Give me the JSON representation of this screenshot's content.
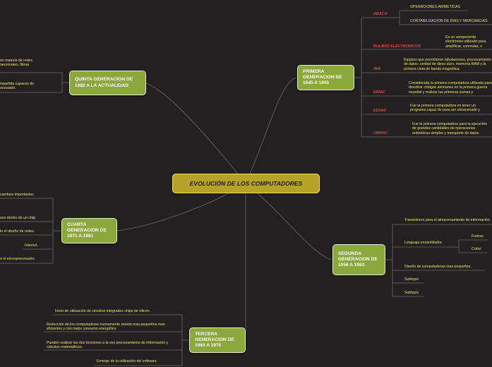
{
  "center": "EVOLUCIÓN DE LOS COMPUTADORES",
  "primera": {
    "title": "PRIMERA GENERACION DE 1945 A 1956",
    "items": [
      {
        "label": "ABACO",
        "desc": "",
        "subs": [
          "OPERACIONES ARIMETICAS",
          "CONTABILIZACION DE DIAS Y MERCANCIAS"
        ]
      },
      {
        "label": "BULBOS ELECTRONICOS",
        "desc": "Es un componente electrónico utilizado para amplificar, conmutar, o modificar una señal eléctrica mediante el control del movimiento de los electrones",
        "subs": []
      },
      {
        "label": "IBM",
        "desc": "Equipos que permitieron tabulaciones, procesamiento de datos: unidad de disco duro, memoria RAM y la primera cinta de banda magnética.",
        "subs": []
      },
      {
        "label": "ENIAC",
        "desc": "Considerada la primera computadora utilizada para descifrar códigos alemanes en la primera guerra mundial y realizar las primeras sumas y multiplicaciones en computadora",
        "subs": []
      },
      {
        "label": "EDVAC",
        "desc": "Fue la primera computadora en tener un programa capaz de para ser almacenado y calcular con el sistema binario",
        "subs": []
      },
      {
        "label": "UNIVAC",
        "desc": "Fue la primera computadora para la ejecución de grandes cantidades de operaciones aritméticas simples y transporte de datos.",
        "subs": []
      }
    ]
  },
  "segunda": {
    "title": "SEGUNDA GENERACION DE 1956 A 1963",
    "items": [
      {
        "text": "Transistores para el almacenamiento de información",
        "subs": []
      },
      {
        "text": "Lenguaje ensamblador.",
        "subs": [
          "Fortran",
          "Cobol"
        ]
      },
      {
        "text": "Diseño de computadoras mas pequeños.",
        "subs": []
      },
      {
        "text": "Subtopic",
        "subs": []
      },
      {
        "text": "Subtopic",
        "subs": []
      }
    ]
  },
  "tercera": {
    "title": "TERCERA GENERACION DE 1964 A 1970",
    "items": [
      "Inicio de utilización de circuitos integrados chips de silicon.",
      "Reducción de los computadores nuevamente siendo mas pequeños mas eficientes y con mejor consumo energético.",
      "Pueden realizar las dos funciones a la vez procesamiento de información y cálculos matemáticos.",
      "Emerge de la utilización del software."
    ]
  },
  "cuarta": {
    "title": "CUARTA GENERACION DE 1971 A 1981",
    "items": [
      "cambios importantes",
      "oce dentro de un chip.",
      "lo el diseño de redes.",
      "Internet.",
      "o el microprocesador."
    ]
  },
  "quinta": {
    "title": "QUINTA GENERACION DE 1982 A LA ACTUALIDAD",
    "items": [
      "en materia de redes neuronales, fibras",
      "mpartida capaces de ocesador."
    ]
  },
  "colors": {
    "background": "#222020",
    "node": "#8aa83c",
    "center": "#b6a42a",
    "text": "#eee36a",
    "label": "#e6443c",
    "line": "#6e6a66"
  }
}
